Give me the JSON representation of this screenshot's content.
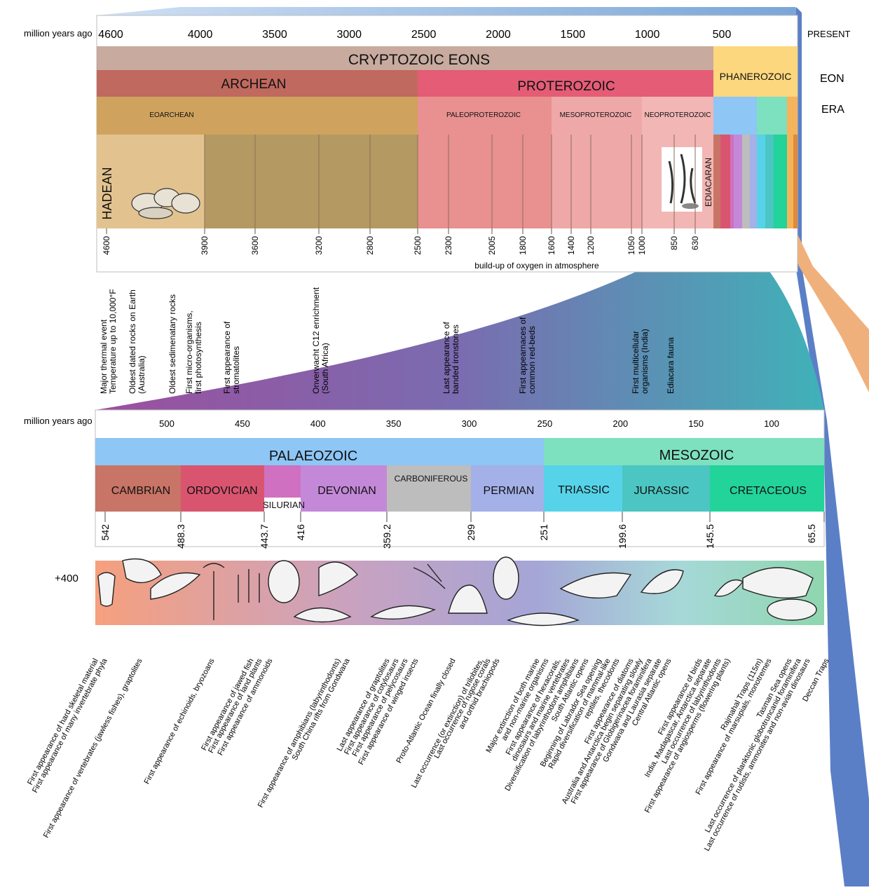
{
  "top": {
    "axis_label": "million years ago",
    "present_label": "PRESENT",
    "eon_label": "EON",
    "era_label": "ERA",
    "ticks": [
      "4600",
      "4000",
      "3500",
      "3000",
      "2500",
      "2000",
      "1500",
      "1000",
      "500"
    ],
    "supereon": "CRYPTOZOIC EONS",
    "eons": [
      "ARCHEAN",
      "PROTEROZOIC",
      "PHANEROZOIC"
    ],
    "eras": [
      "EOARCHEAN",
      "PALEOPROTEROZOIC",
      "MESOPROTEROZOIC",
      "NEOPROTEROZOIC"
    ],
    "hadean": "HADEAN",
    "ediacaran": "EDIACARAN",
    "boundaries": [
      "4600",
      "3900",
      "3600",
      "3200",
      "2800",
      "2500",
      "2300",
      "2005",
      "1800",
      "1600",
      "1400",
      "1200",
      "1050",
      "1000",
      "850",
      "630"
    ],
    "oxygen_note": "build-up of oxygen in atmosphere",
    "events": [
      "Major thermal event",
      "Temperature up to 10,000°F",
      "Oldest dated rocks on Earth",
      "(Australia)",
      "Oldest sedimenatary rocks",
      "First micro-organisms,",
      "first photosynthesis",
      "First appearance of",
      "stromatolites",
      "Onverwacht C12 enrichment",
      "(South Africa)",
      "Last appearance of",
      "banded ironstones",
      "First appearnaces of",
      "common red-beds",
      "First multicellular",
      "organisms (India)",
      "Ediacara fauna"
    ]
  },
  "bottom": {
    "axis_label": "million years ago",
    "ticks": [
      "500",
      "450",
      "400",
      "350",
      "300",
      "250",
      "200",
      "150",
      "100"
    ],
    "eras": [
      "PALAEOZOIC",
      "MESOZOIC"
    ],
    "periods": [
      "CAMBRIAN",
      "ORDOVICIAN",
      "SILURIAN",
      "DEVONIAN",
      "CARBONIFEROUS",
      "PERMIAN",
      "TRIASSIC",
      "JURASSIC",
      "CRETACEOUS"
    ],
    "boundaries": [
      "542",
      "488.3",
      "443.7",
      "416",
      "359.2",
      "299",
      "251",
      "199.6",
      "145.5",
      "65.5"
    ],
    "band_label": "+400",
    "events": [
      "First appearance of hard skeletal material",
      "First appearance of many invertebrate phyla",
      "First appearance of vertebrates (jawless fishes), graptolites",
      "First appearance of echinoids, bryozoans",
      "First appearance of jawed fish",
      "First appearance of land plants",
      "First appearance of ammonoids",
      "First appearance of amphibians (labyrinthodonts)",
      "South China rifts from Gondwana",
      "Last appearance of graptolites",
      "First appearance of cotylosaurs",
      "First appearance of pelycosaurs",
      "First appearance of winged insects",
      "Proto-Atlantic Ocean finally closed",
      "Last occurrence (or extinction) of trilobites,",
      "Last occurrence of rugose corals",
      "and orthid brachiopods",
      "Major extinction of both marine",
      "and non-marine organisms",
      "First appearance of hexacorals,",
      "dinosaurs and marine vertebrates",
      "Diversification of labyrinthodont amphibians",
      "South Atlantic opens",
      "Beginning of Labrador Sea opening",
      "Rapid diversification of mammal-like",
      "reptiles, thecodonts",
      "First appearance of diatoms",
      "Australia and Antarctica begin separating slowly",
      "First appearance of Globigerinacea foraminifera",
      "Gondwana and Laurasia separate",
      "Central Atlantic opens",
      "First appearance of birds",
      "India, Madagascar, Antarctica separate",
      "Last occurrence of labyrinthodonts",
      "First appearance of angiosperms (flowering plants)",
      "Rajmahal Traps (115m)",
      "First appearance of marsupials, monotremes",
      "Tasman Sea opens",
      "Last occurrence of planktonic globotruncanid foraminifera",
      "Last occurrence of rudists, ammonites and non-avian dinosaurs",
      "Deccan Traps"
    ]
  },
  "colors": {
    "cryptozoic": "#c8aa9e",
    "archean": "#c0695f",
    "proterozoic": "#e45c76",
    "phanerozoic": "#fcd77d",
    "eoarchean": "#cfa35e",
    "hadean": "#e2c28e",
    "archean_rock": "#b49a62",
    "paleoproterozoic": "#e99090",
    "mesoproterozoic": "#efa8a8",
    "neoproterozoic": "#f2b6b4",
    "palaeozoic": "#8ec6f5",
    "mesozoic": "#7de0bf",
    "cambrian": "#c87466",
    "ordovician": "#d9556f",
    "silurian": "#d070c0",
    "devonian": "#c389d8",
    "carboniferous": "#bdbdbd",
    "permian": "#a4b0e8",
    "triassic": "#56d3e8",
    "jurassic": "#4cc6c2",
    "cretaceous": "#22d39a"
  }
}
